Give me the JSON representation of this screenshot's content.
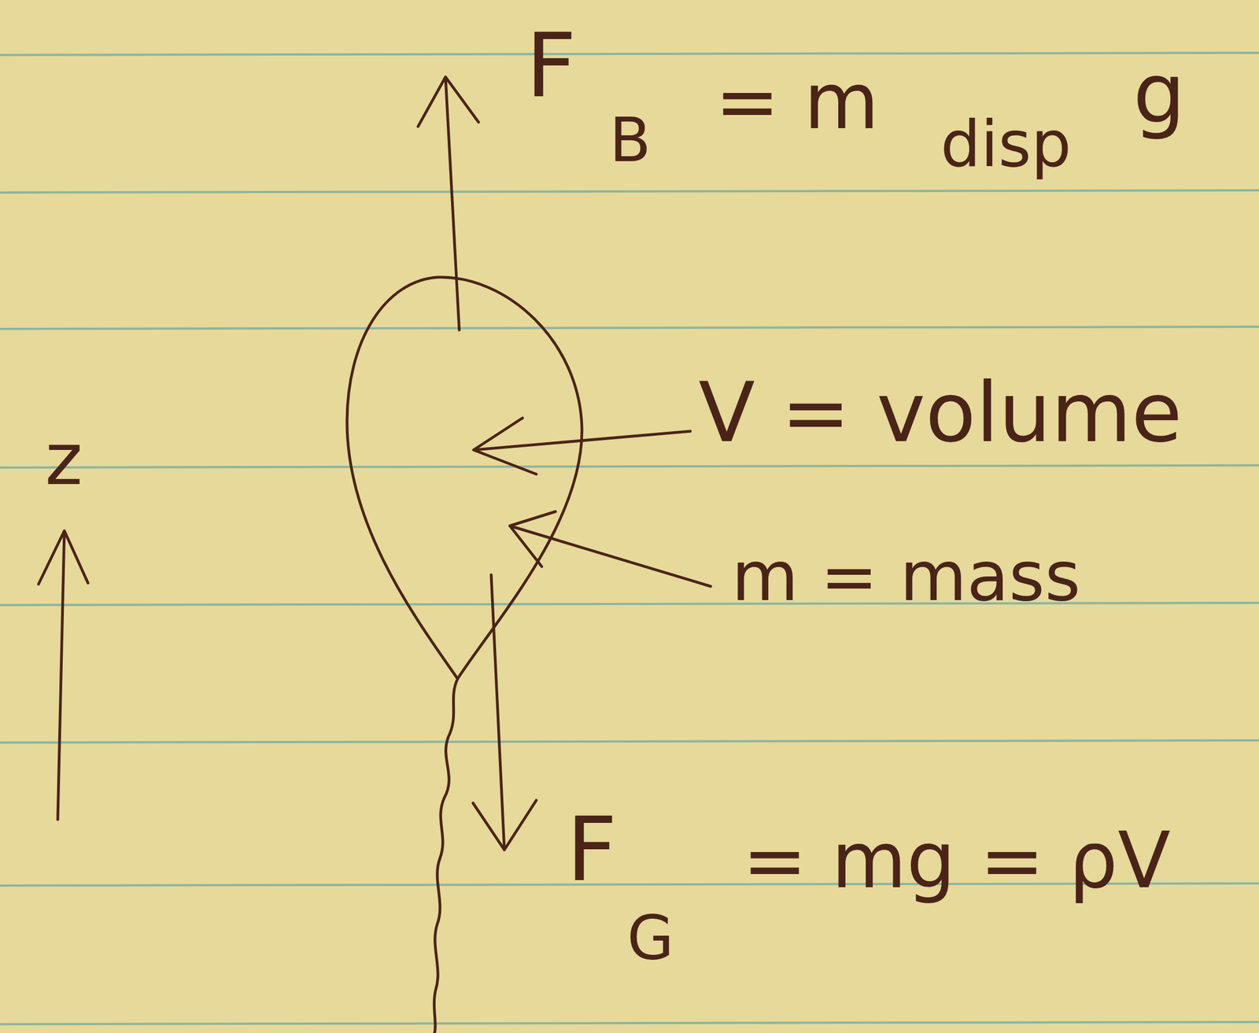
{
  "diagram": {
    "labels": [
      "F",
      "B",
      "= m",
      "disp",
      "g",
      "V = volume",
      "m = mass",
      "z",
      "F",
      "G",
      "= mg = ρV"
    ]
  }
}
